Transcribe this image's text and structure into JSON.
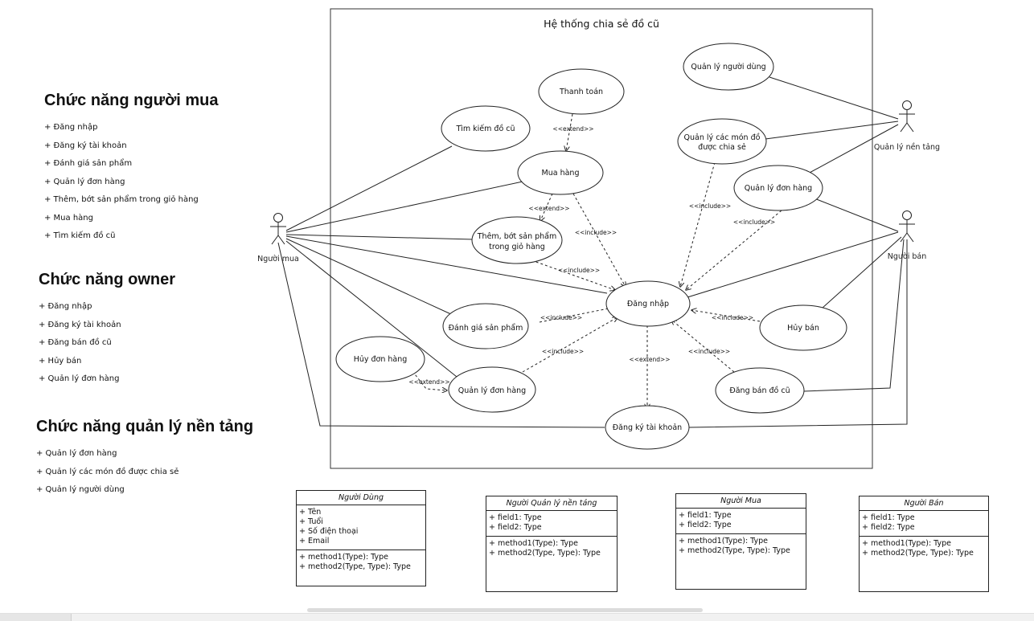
{
  "sections": [
    {
      "title": "Chức năng người mua",
      "items": [
        "+ Đăng nhập",
        "+ Đăng ký tài khoản",
        "+  Đánh giá sản phẩm",
        "+ Quản lý đơn hàng",
        "+ Thêm, bớt sản phẩm trong giỏ hàng",
        "+ Mua hàng",
        "+ Tìm kiếm đồ cũ"
      ]
    },
    {
      "title": "Chức năng owner",
      "items": [
        "+ Đăng nhập",
        "+ Đăng ký tài khoản",
        "+ Đăng bán đồ cũ",
        "+ Hủy bán",
        "+ Quản lý đơn hàng"
      ]
    },
    {
      "title": "Chức năng quản lý nền tảng",
      "items": [
        "+ Quản lý đơn hàng",
        "+ Quản lý các món đồ được chia sẻ",
        "+ Quản lý người dùng"
      ]
    }
  ],
  "diagram": {
    "system_title": "Hệ thống chia sẻ đồ cũ",
    "actors": {
      "buyer": "Người mua",
      "seller": "Người bán",
      "platform_admin": "Quản lý nền tảng"
    },
    "use_cases": {
      "payment": "Thanh toán",
      "search": "Tìm kiếm đồ cũ",
      "buy": "Mua hàng",
      "cart_line1": "Thêm, bớt sản phẩm",
      "cart_line2": "trong giỏ hàng",
      "login": "Đăng nhập",
      "review": "Đánh giá sản phẩm",
      "cancel_order": "Hủy đơn hàng",
      "manage_orders_buyer": "Quản lý đơn hàng",
      "register": "Đăng ký tài khoản",
      "manage_users": "Quản lý người dùng",
      "manage_items_line1": "Quản lý các món đồ",
      "manage_items_line2": "được chia sẻ",
      "manage_orders_admin": "Quản lý đơn hàng",
      "cancel_sale": "Hủy bán",
      "post_sale": "Đăng bán đồ cũ"
    },
    "relations": {
      "extend": "<<extend>>",
      "include": "<<include>>"
    }
  },
  "classes": [
    {
      "name": "Người Dùng",
      "attributes": [
        "+ Tên",
        "+ Tuổi",
        "+ Số điện thoại",
        "+ Email"
      ],
      "methods": [
        "+ method1(Type): Type",
        "+ method2(Type, Type): Type"
      ]
    },
    {
      "name": "Người Quản lý nền tảng",
      "attributes": [
        "+ field1: Type",
        "+ field2: Type"
      ],
      "methods": [
        "+ method1(Type): Type",
        "+ method2(Type, Type): Type"
      ]
    },
    {
      "name": "Người Mua",
      "attributes": [
        "+ field1: Type",
        "+ field2: Type"
      ],
      "methods": [
        "+ method1(Type): Type",
        "+ method2(Type, Type): Type"
      ]
    },
    {
      "name": "Người Bán",
      "attributes": [
        "+ field1: Type",
        "+ field2: Type"
      ],
      "methods": [
        "+ method1(Type): Type",
        "+ method2(Type, Type): Type"
      ]
    }
  ]
}
